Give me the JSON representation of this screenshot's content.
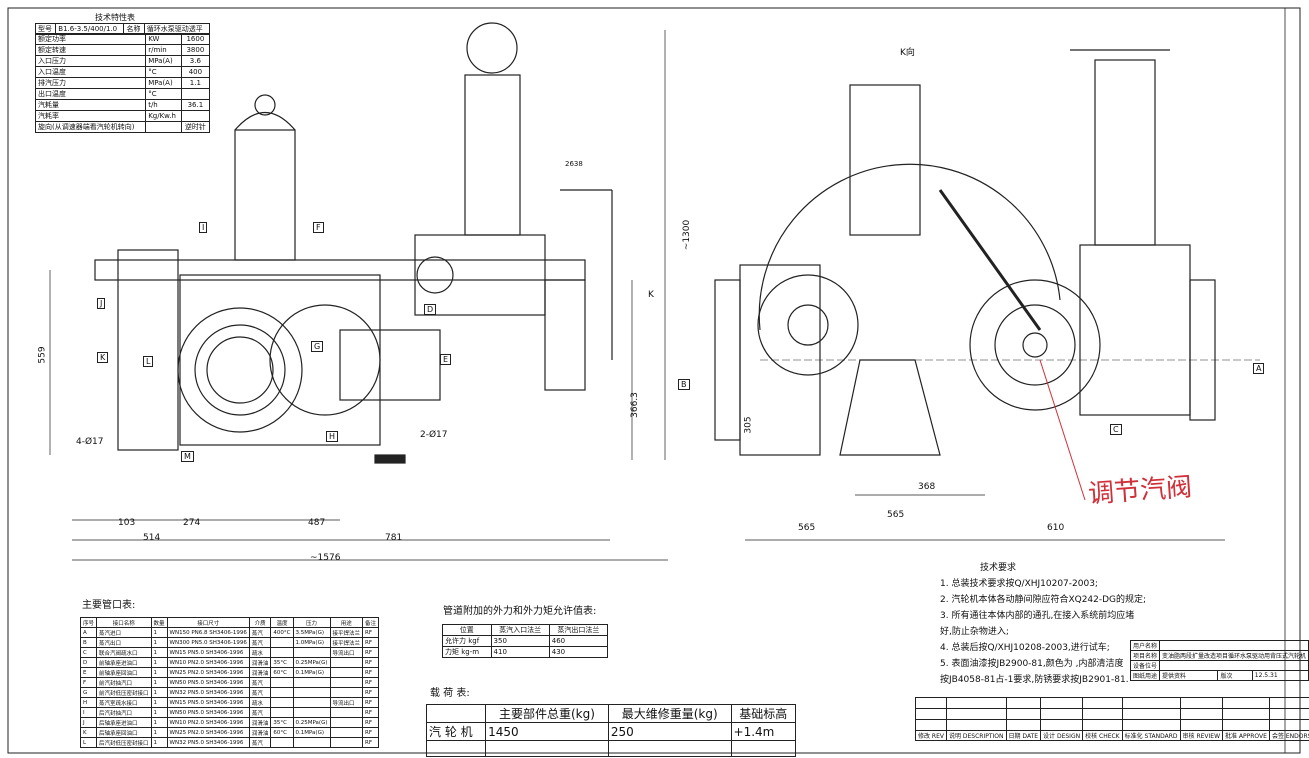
{
  "spec_table": {
    "title": "技术特性表",
    "rows": [
      [
        "型号",
        "B1.6-3.5/400/1.0",
        "名称",
        "循环水泵驱动透平"
      ],
      [
        "额定功率",
        "KW",
        "1600"
      ],
      [
        "额定转速",
        "r/min",
        "3800"
      ],
      [
        "入口压力",
        "MPa(A)",
        "3.6"
      ],
      [
        "入口温度",
        "°C",
        "400"
      ],
      [
        "排汽压力",
        "MPa(A)",
        "1.1"
      ],
      [
        "出口温度",
        "°C",
        ""
      ],
      [
        "汽耗量",
        "t/h",
        "36.1"
      ],
      [
        "汽耗率",
        "Kg/Kw.h",
        ""
      ],
      [
        "旋向(从调速器端看汽轮机转向)",
        "",
        "逆时针"
      ]
    ]
  },
  "port_table": {
    "title": "主要管口表:",
    "headers": [
      "序号",
      "接口名称",
      "数量",
      "接口尺寸",
      "介质",
      "温度",
      "压力",
      "用途",
      "备注"
    ],
    "rows": [
      [
        "A",
        "蒸汽进口",
        "1",
        "WN150 PN6.8 SH3406-1996",
        "蒸汽",
        "400°C",
        "3.5MPa(G)",
        "接平焊法兰",
        "RF"
      ],
      [
        "B",
        "蒸汽出口",
        "1",
        "WN300 PN5.0 SH3406-1996",
        "蒸汽",
        "",
        "1.0MPa(G)",
        "接平焊法兰",
        "RF"
      ],
      [
        "C",
        "联合汽阀疏水口",
        "1",
        "WN15 PN5.0 SH3406-1996",
        "疏水",
        "",
        "",
        "导流出口",
        "RF"
      ],
      [
        "D",
        "前轴承座进油口",
        "1",
        "WN10 PN2.0 SH3406-1996",
        "润滑油",
        "35°C",
        "0.25MPa(G)",
        "",
        "RF"
      ],
      [
        "E",
        "前轴承座回油口",
        "1",
        "WN25 PN2.0 SH3406-1996",
        "润滑油",
        "60°C",
        "0.1MPa(G)",
        "",
        "RF"
      ],
      [
        "F",
        "前汽封抽汽口",
        "1",
        "WN50 PN5.0 SH3406-1996",
        "蒸汽",
        "",
        "",
        "",
        "RF"
      ],
      [
        "G",
        "前汽封低压密封接口",
        "1",
        "WN32 PN5.0 SH3406-1996",
        "蒸汽",
        "",
        "",
        "",
        "RF"
      ],
      [
        "H",
        "蒸汽室疏水接口",
        "1",
        "WN15 PN5.0 SH3406-1996",
        "疏水",
        "",
        "",
        "导流出口",
        "RF"
      ],
      [
        "I",
        "后汽封抽汽口",
        "1",
        "WN50 PN5.0 SH3406-1996",
        "蒸汽",
        "",
        "",
        "",
        "RF"
      ],
      [
        "J",
        "后轴承座进油口",
        "1",
        "WN10 PN2.0 SH3406-1996",
        "润滑油",
        "35°C",
        "0.25MPa(G)",
        "",
        "RF"
      ],
      [
        "K",
        "后轴承座回油口",
        "1",
        "WN25 PN2.0 SH3406-1996",
        "润滑油",
        "60°C",
        "0.1MPa(G)",
        "",
        "RF"
      ],
      [
        "L",
        "后汽封低压密封接口",
        "1",
        "WN32 PN5.0 SH3406-1996",
        "蒸汽",
        "",
        "",
        "",
        "RF"
      ]
    ]
  },
  "force_table": {
    "title": "管道附加的外力和外力矩允许值表:",
    "headers": [
      "位置",
      "蒸汽入口法兰",
      "蒸汽出口法兰"
    ],
    "rows": [
      [
        "允许力 kgf",
        "350",
        "460"
      ],
      [
        "力矩 kg-m",
        "410",
        "430"
      ]
    ]
  },
  "load_table": {
    "title": "载 荷 表:",
    "headers": [
      "",
      "主要部件总重(kg)",
      "最大维修重量(kg)",
      "基础标高"
    ],
    "rows": [
      [
        "汽 轮 机",
        "1450",
        "250",
        "+1.4m"
      ]
    ]
  },
  "requirements": {
    "title": "技术要求",
    "items": [
      "1. 总装技术要求按Q/XHJ10207-2003;",
      "2. 汽轮机本体各动静间隙应符合XQ242-DG的规定;",
      "3. 所有通往本体内部的通孔,在接入系统前均应堵",
      "    好,防止杂物进入;",
      "4. 总装后按Q/XHJ10208-2003,进行试车;",
      "5. 表面油漆按JB2900-81,颜色为   ,内部清洁度",
      "    按JB4058-81占-1要求,防锈要求按JB2901-81."
    ]
  },
  "title_block": {
    "rows": [
      [
        "用户名称",
        ""
      ],
      [
        "项目名称",
        "变油脂两段扩量改造项目循环水泵驱动用背压式汽轮机"
      ],
      [
        "设备位号",
        ""
      ]
    ],
    "last": [
      "图纸用途",
      "提供资料",
      "版次",
      "12.5.31"
    ],
    "footer": [
      "修改 REV",
      "说明 DESCRIPTION",
      "日期 DATE",
      "设计 DESIGN",
      "校核 CHECK",
      "标准化 STANDARD",
      "审核 REVIEW",
      "批准 APPROVE",
      "会签 ENDORSE"
    ]
  },
  "dims": {
    "d103": "103",
    "d274": "274",
    "d487": "487",
    "d514": "514",
    "d781": "781",
    "d1576": "~1576",
    "d559": "559",
    "d1300": "~1300",
    "d366": "366.3",
    "d2638": "2638",
    "d4phi": "4-Ø17",
    "d2phi": "2-Ø17",
    "d305": "305",
    "d368": "368",
    "d565a": "565",
    "d565b": "565",
    "d610": "610",
    "kview": "K向",
    "k": "K"
  },
  "port_labels": [
    "A",
    "B",
    "C",
    "D",
    "E",
    "F",
    "G",
    "H",
    "I",
    "J",
    "K",
    "L",
    "M"
  ],
  "annotation": {
    "text": "调节汽阀",
    "color": "#d0303a"
  }
}
